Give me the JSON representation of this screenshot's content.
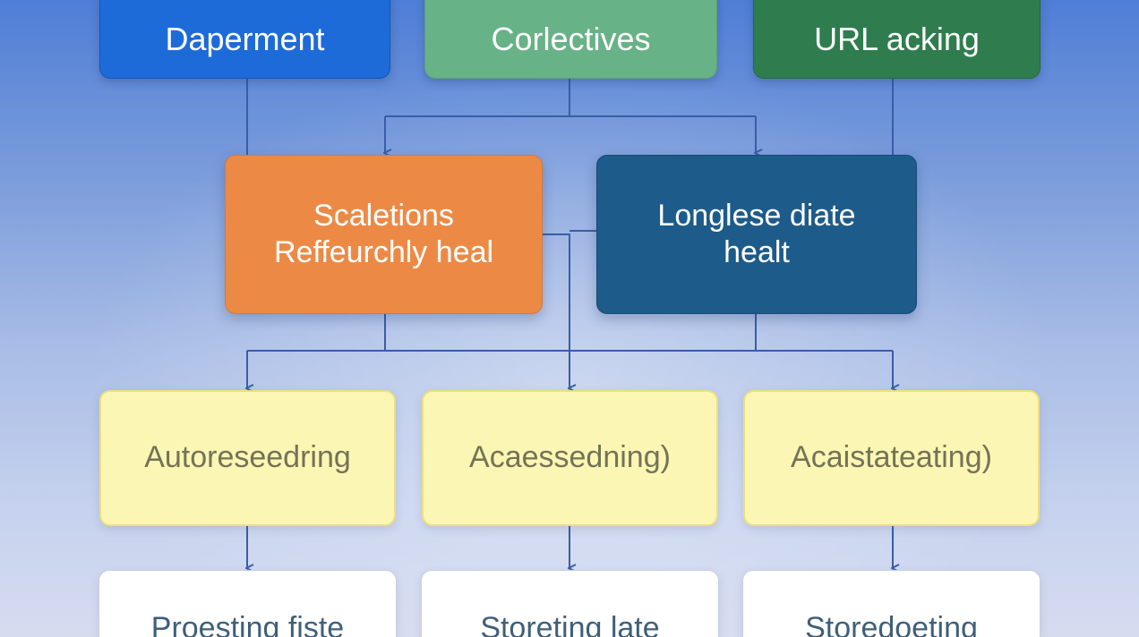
{
  "nodes": {
    "daperment": "Daperment",
    "corlectives": "Corlectives",
    "url_acking": "URL acking",
    "scaletions_line1": "Scaletions",
    "scaletions_line2": "Reffeurchly heal",
    "longlese_line1": "Longlese diate",
    "longlese_line2": "healt",
    "autoreseedring": "Autoreseedring",
    "acaessedning": "Acaessedning)",
    "acaistateating": "Acaistateating)",
    "proesting_fiste": "Proesting fiste",
    "storeting_late": "Storeting late",
    "storedoeting": "Storedoeting"
  },
  "colors": {
    "background_top": "#4f7ed6",
    "background_bottom": "#d6dcf0",
    "connector": "#3a5da8",
    "daperment": "#1d6bd9",
    "corlectives": "#67b286",
    "url_acking": "#2f7d4e",
    "scaletions": "#ec8a45",
    "longlese": "#1d5b8a",
    "yellow_box": "#fbf6b4",
    "white_box": "#ffffff"
  }
}
